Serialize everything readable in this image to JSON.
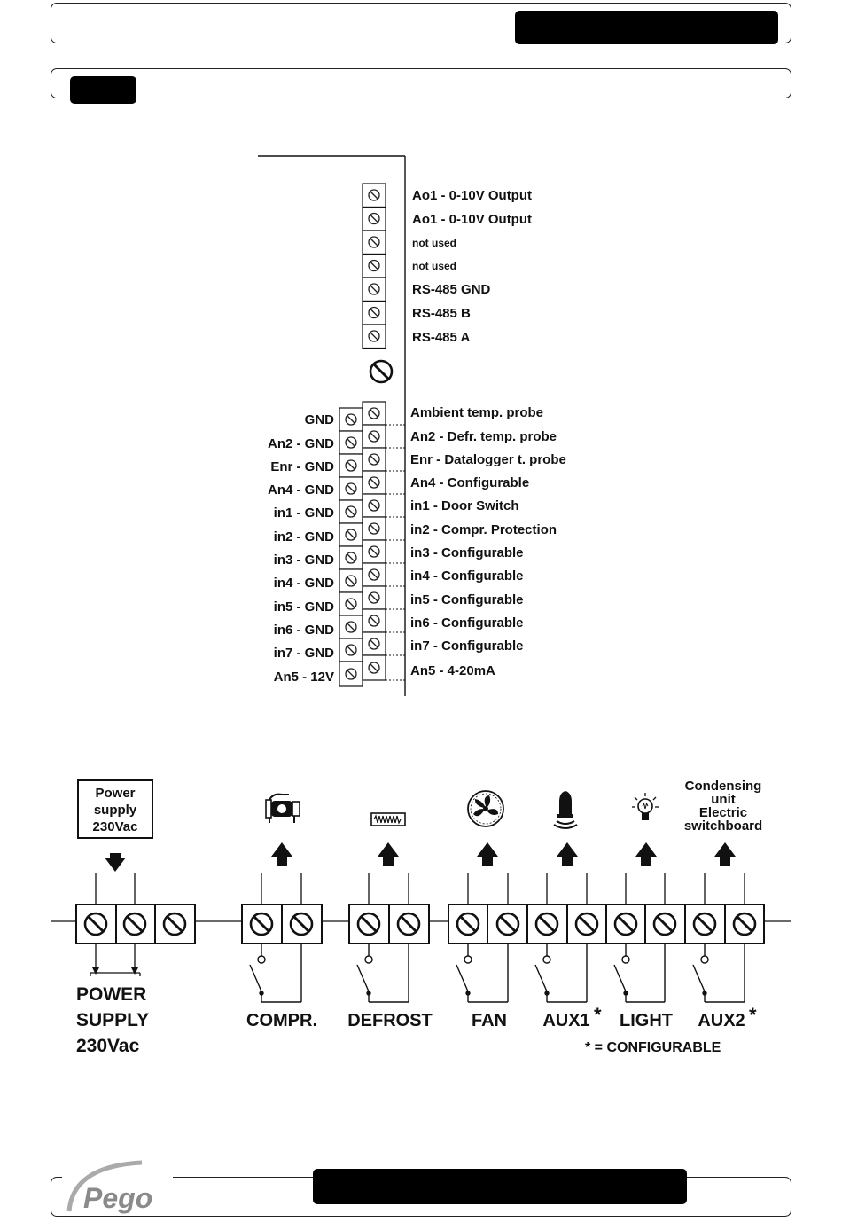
{
  "page": {
    "logo_text": "Pego"
  },
  "top_terminals": {
    "labels": [
      "Ao1 - 0-10V Output",
      "Ao1 - 0-10V Output",
      "not used",
      "not used",
      "RS-485  GND",
      "RS-485  B",
      "RS-485  A"
    ]
  },
  "probe_terminals": {
    "left_labels": [
      "GND",
      "An2 - GND",
      "Enr - GND",
      "An4 - GND",
      "in1 - GND",
      "in2 - GND",
      "in3 - GND",
      "in4 - GND",
      "in5 - GND",
      "in6 - GND",
      "in7 - GND",
      "An5 - 12V"
    ],
    "right_labels": [
      "Ambient temp. probe",
      "An2 - Defr. temp. probe",
      "Enr - Datalogger t. probe",
      "An4  -  Configurable",
      "in1  -  Door Switch",
      "in2  -  Compr. Protection",
      "in3  -  Configurable",
      "in4  -  Configurable",
      "in5  -  Configurable",
      "in6  -  Configurable",
      "in7  -  Configurable",
      "An5  -  4-20mA"
    ]
  },
  "power_box": {
    "lines": [
      "Power",
      "supply",
      "230Vac"
    ]
  },
  "condensing_box": {
    "lines": [
      "Condensing",
      "unit",
      "Electric",
      "switchboard"
    ]
  },
  "bottom_labels": {
    "power_lines": [
      "POWER",
      "SUPPLY",
      "230Vac"
    ],
    "compr": "COMPR.",
    "defrost": "DEFROST",
    "fan": "FAN",
    "aux1": "AUX1",
    "light": "LIGHT",
    "aux2": "AUX2",
    "asterisk": "*",
    "legend": "* = CONFIGURABLE"
  },
  "icons": [
    "compressor-icon",
    "defrost-heater-icon",
    "fan-icon",
    "alarm-bell-icon",
    "light-bulb-icon"
  ]
}
